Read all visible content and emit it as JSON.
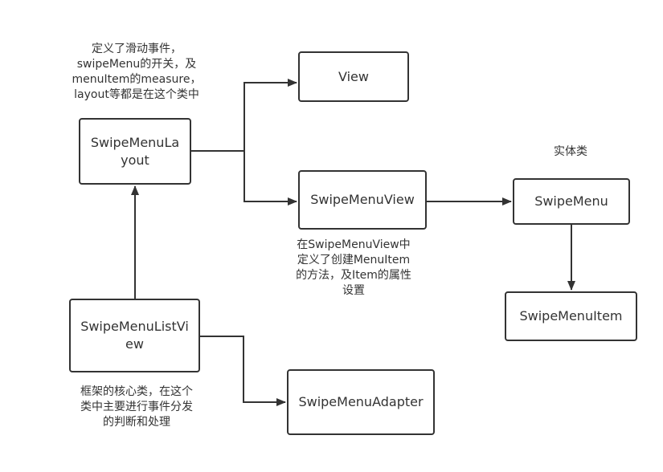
{
  "diagram": {
    "nodes": {
      "swipe_menu_layout": "SwipeMenuLa\nyout",
      "view": "View",
      "swipe_menu_view": "SwipeMenuView",
      "swipe_menu": "SwipeMenu",
      "swipe_menu_item": "SwipeMenuItem",
      "swipe_menu_list_view": "SwipeMenuListVi\new",
      "swipe_menu_adapter": "SwipeMenuAdapter"
    },
    "notes": {
      "layout_note": [
        "定义了滑动事件，",
        "swipeMenu的开关，及",
        "menuItem的measure，",
        "layout等都是在这个类中"
      ],
      "view_note": [
        "在SwipeMenuView中",
        "定义了创建MenuItem",
        "的方法，及Item的属性",
        "设置"
      ],
      "entity_note": [
        "实体类"
      ],
      "listview_note": [
        "框架的核心类，在这个",
        "类中主要进行事件分发",
        "的判断和处理"
      ]
    },
    "edges": [
      {
        "from": "swipe_menu_layout",
        "to": "view"
      },
      {
        "from": "swipe_menu_layout",
        "to": "swipe_menu_view"
      },
      {
        "from": "swipe_menu_view",
        "to": "swipe_menu"
      },
      {
        "from": "swipe_menu",
        "to": "swipe_menu_item"
      },
      {
        "from": "swipe_menu_list_view",
        "to": "swipe_menu_layout"
      },
      {
        "from": "swipe_menu_list_view",
        "to": "swipe_menu_adapter"
      }
    ],
    "colors": {
      "stroke": "#333333",
      "background": "#ffffff"
    }
  }
}
